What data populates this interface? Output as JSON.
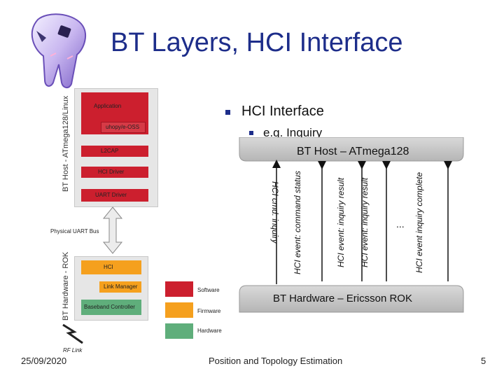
{
  "slide": {
    "title": "BT Layers, HCI Interface",
    "bullet1": "HCI Interface",
    "bullet2": "e.g. Inquiry",
    "host_label": "BT Host – ATmega128",
    "hardware_label": "BT Hardware – Ericsson ROK",
    "messages": [
      "HCI cmd: inquiry",
      "HCI event: command status",
      "HCI event: inquiry result",
      "HCI event: inquiry result",
      "...",
      "HCI event inquiry complete"
    ],
    "footer_date": "25/09/2020",
    "footer_center": "Position and Topology Estimation",
    "page_number": "5"
  },
  "stack": {
    "host_side_label": "BT Host - ATmega128/Linux",
    "hardware_side_label": "BT Hardware - ROK",
    "host_layers": [
      "Application",
      "L2CAP",
      "HCI Driver",
      "UART Driver"
    ],
    "host_inner": "uhopy/e-OSS",
    "physical_bus": "Physical UART Bus",
    "hw_layers": [
      "HCI",
      "Link Manager",
      "Baseband Controller"
    ],
    "legend": [
      "Software",
      "Firmware",
      "Hardware"
    ],
    "rf_link": "RF Link"
  },
  "colors": {
    "title": "#1d2d8a",
    "software": "#cc1f2e",
    "firmware": "#f5a01e",
    "hardware": "#5fae7b",
    "layer_bar": "#bfbfbf"
  }
}
